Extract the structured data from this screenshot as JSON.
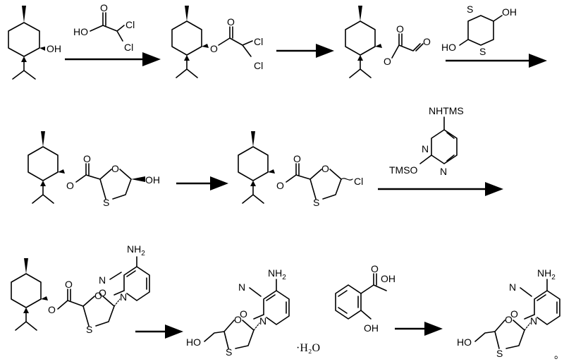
{
  "labels": {
    "oh": "OH",
    "ho": "HO",
    "cl": "Cl",
    "o": "O",
    "s": "S",
    "n": "N",
    "nh2_n": "NH",
    "nh2_sub": "2",
    "nhtms": "NHTMS",
    "tmso": "TMSO",
    "hydrate": "·H₂O",
    "period": "。"
  }
}
